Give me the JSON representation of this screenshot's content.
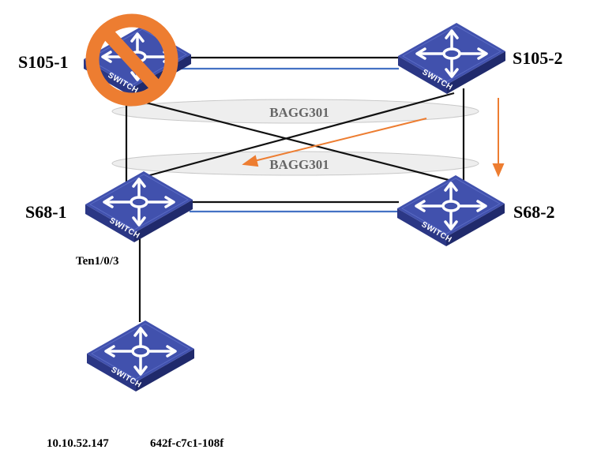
{
  "nodes": {
    "s105_1": {
      "label": "S105-1",
      "device_text": "SWITCH",
      "status_icon": "prohibited-icon"
    },
    "s105_2": {
      "label": "S105-2",
      "device_text": "SWITCH"
    },
    "s68_1": {
      "label": "S68-1",
      "device_text": "SWITCH",
      "port": "Ten1/0/3"
    },
    "s68_2": {
      "label": "S68-2",
      "device_text": "SWITCH"
    },
    "access": {
      "device_text": "SWITCH",
      "ip": "10.10.52.147",
      "mac": "642f-c7c1-108f"
    }
  },
  "aggregates": {
    "upper": "BAGG301",
    "lower": "BAGG301"
  },
  "colors": {
    "switch_top": "#3f4fa8",
    "switch_front": "#2a3680",
    "link_black": "#111111",
    "link_blue": "#4472c4",
    "arrow_orange": "#ed7d31",
    "prohibited": "#ed7d31",
    "ellipse_fill": "#eeeeee"
  }
}
